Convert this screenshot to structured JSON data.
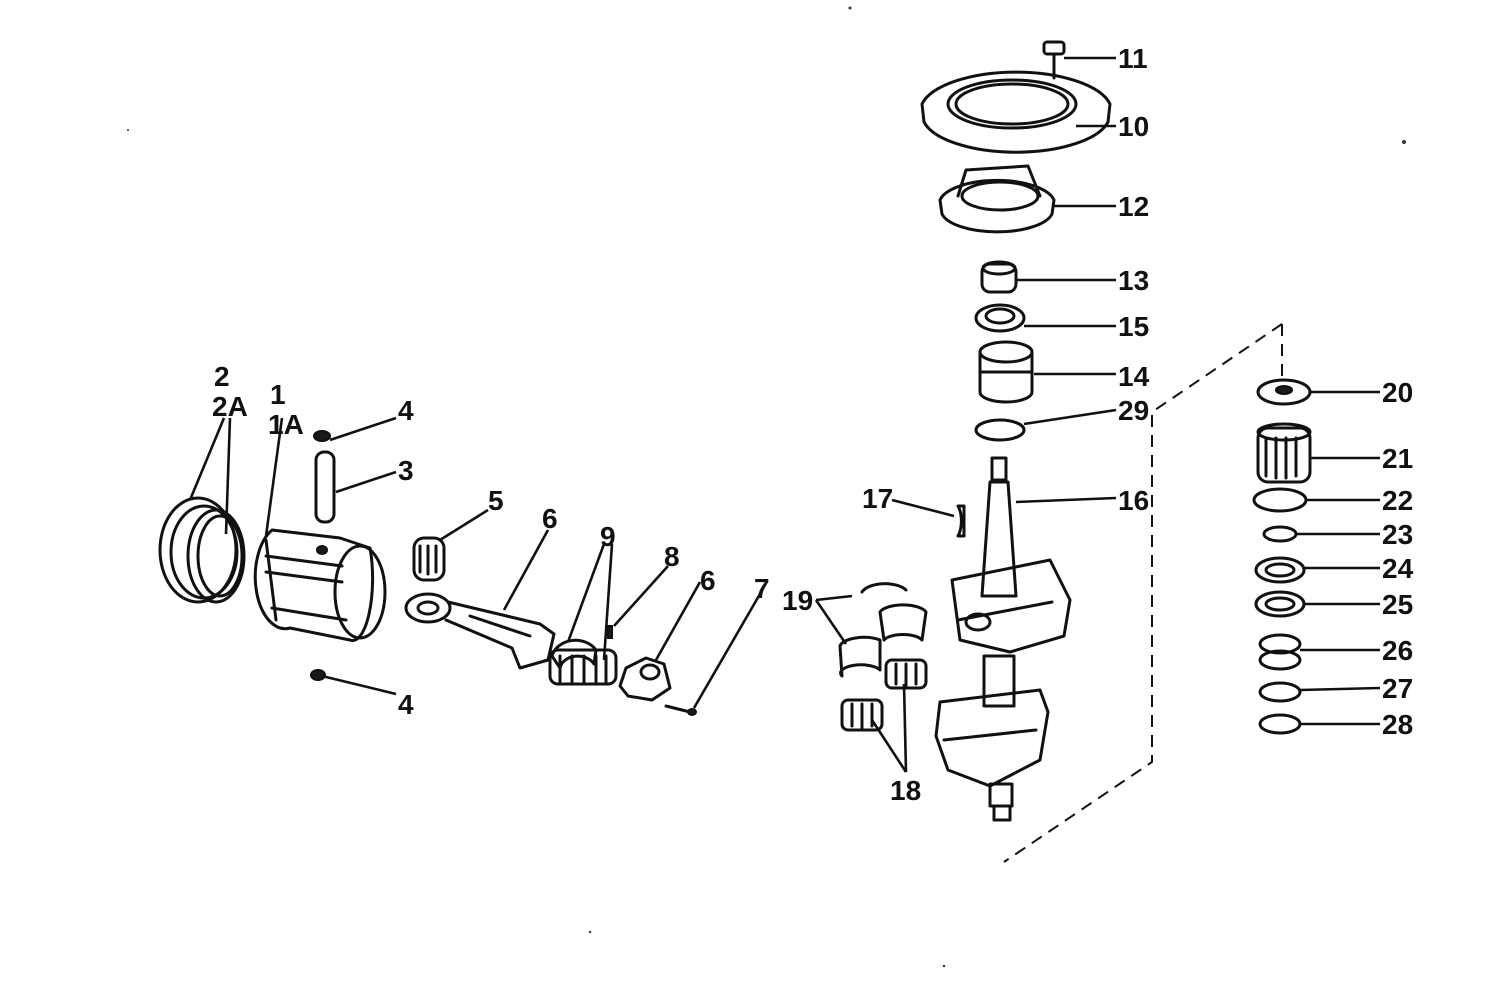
{
  "callouts": {
    "c1": "1",
    "c1a": "1A",
    "c2": "2",
    "c2a": "2A",
    "c3": "3",
    "c4a": "4",
    "c4b": "4",
    "c5": "5",
    "c6a": "6",
    "c6b": "6",
    "c7": "7",
    "c8": "8",
    "c9": "9",
    "c10": "10",
    "c11": "11",
    "c12": "12",
    "c13": "13",
    "c14": "14",
    "c15": "15",
    "c16": "16",
    "c17": "17",
    "c18": "18",
    "c19": "19",
    "c20": "20",
    "c21": "21",
    "c22": "22",
    "c23": "23",
    "c24": "24",
    "c25": "25",
    "c26": "26",
    "c27": "27",
    "c28": "28",
    "c29": "29"
  }
}
